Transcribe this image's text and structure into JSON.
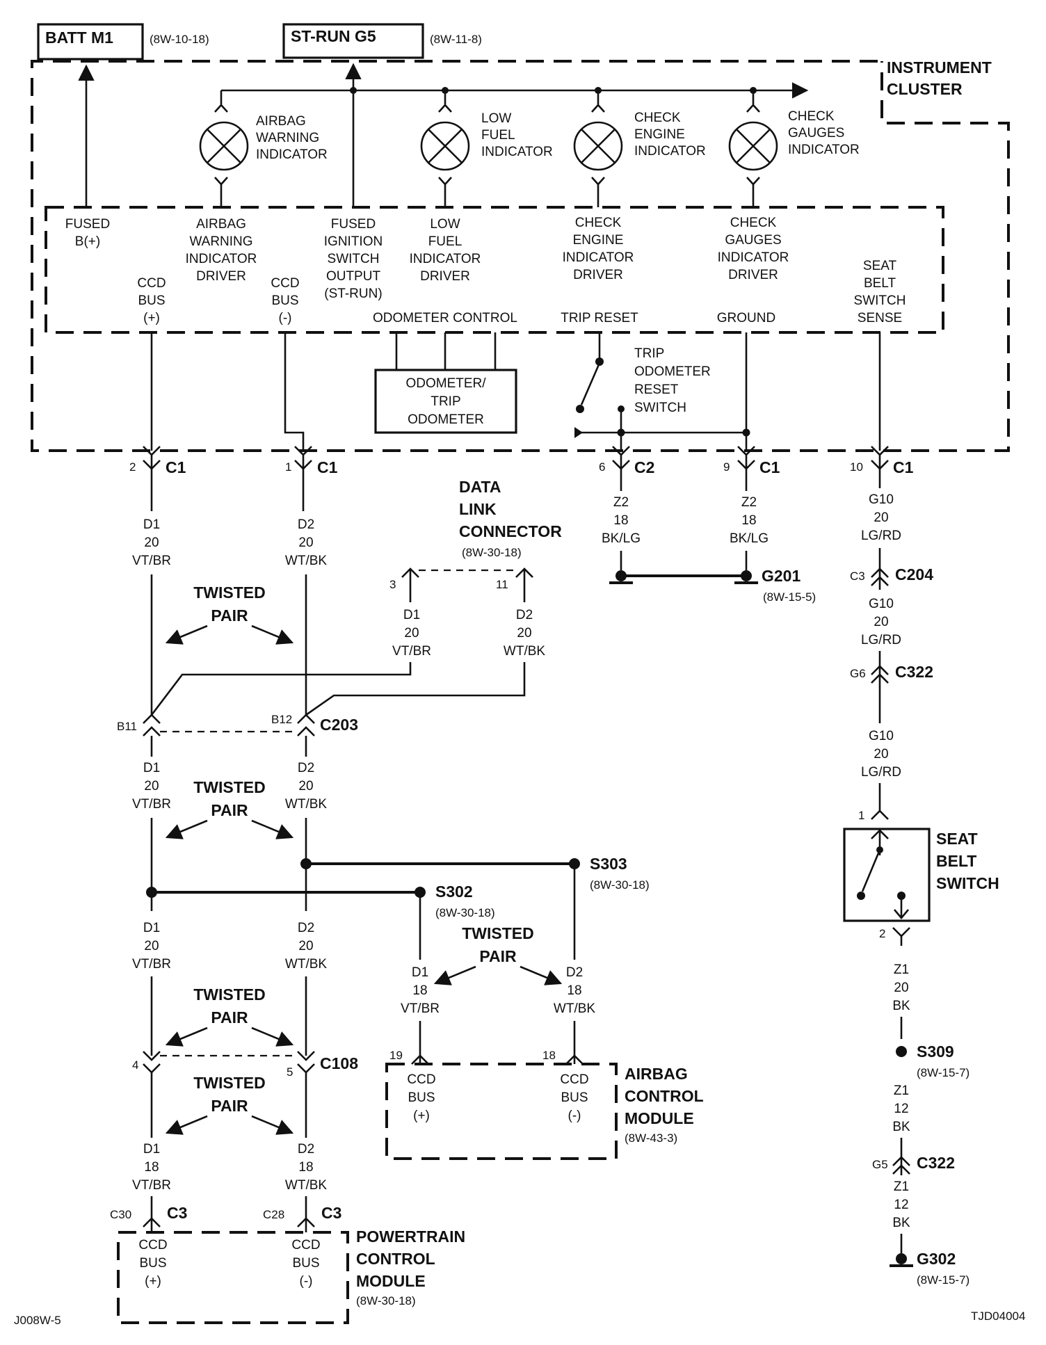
{
  "sources": {
    "batt": {
      "label": "BATT M1",
      "ref": "(8W-10-18)"
    },
    "strun": {
      "label": "ST-RUN G5",
      "ref": "(8W-11-8)"
    }
  },
  "cluster": {
    "title": [
      "INSTRUMENT",
      "CLUSTER"
    ],
    "lamps": {
      "airbag": [
        "AIRBAG",
        "WARNING",
        "INDICATOR"
      ],
      "lowfuel": [
        "LOW",
        "FUEL",
        "INDICATOR"
      ],
      "checkengine": [
        "CHECK",
        "ENGINE",
        "INDICATOR"
      ],
      "checkgauges": [
        "CHECK",
        "GAUGES",
        "INDICATOR"
      ]
    },
    "pins": {
      "fused_b": [
        "FUSED",
        "B(+)"
      ],
      "airbag_drv": [
        "AIRBAG",
        "WARNING",
        "INDICATOR",
        "DRIVER"
      ],
      "fused_ign": [
        "FUSED",
        "IGNITION",
        "SWITCH",
        "OUTPUT",
        "(ST-RUN)"
      ],
      "lowfuel_drv": [
        "LOW",
        "FUEL",
        "INDICATOR",
        "DRIVER"
      ],
      "checkengine_drv": [
        "CHECK",
        "ENGINE",
        "INDICATOR",
        "DRIVER"
      ],
      "checkgauges_drv": [
        "CHECK",
        "GAUGES",
        "INDICATOR",
        "DRIVER"
      ],
      "ccd_plus": [
        "CCD",
        "BUS",
        "(+)"
      ],
      "ccd_minus": [
        "CCD",
        "BUS",
        "(-)"
      ],
      "seatbelt": [
        "SEAT",
        "BELT",
        "SWITCH",
        "SENSE"
      ],
      "odometer_control": "ODOMETER CONTROL",
      "trip_reset": "TRIP RESET",
      "ground": "GROUND"
    },
    "odometer": [
      "ODOMETER/",
      "TRIP",
      "ODOMETER"
    ],
    "trip_switch": [
      "TRIP",
      "ODOMETER",
      "RESET",
      "SWITCH"
    ]
  },
  "connectors": {
    "c1_2": {
      "pin": "2",
      "name": "C1"
    },
    "c1_1": {
      "pin": "1",
      "name": "C1"
    },
    "c2_6": {
      "pin": "6",
      "name": "C2"
    },
    "c1_9": {
      "pin": "9",
      "name": "C1"
    },
    "c1_10": {
      "pin": "10",
      "name": "C1"
    },
    "c203": {
      "pin_a": "B11",
      "pin_b": "B12",
      "name": "C203"
    },
    "c108": {
      "pin_a": "4",
      "pin_b": "5",
      "name": "C108"
    },
    "c204": {
      "pin": "C3",
      "name": "C204"
    },
    "c322a": {
      "pin": "G6",
      "name": "C322"
    },
    "c322b": {
      "pin": "G5",
      "name": "C322"
    },
    "pcm_c3a": {
      "pin": "C30",
      "name": "C3"
    },
    "pcm_c3b": {
      "pin": "C28",
      "name": "C3"
    },
    "acm_19": {
      "pin": "19"
    },
    "acm_18": {
      "pin": "18"
    },
    "dlc_3": {
      "pin": "3"
    },
    "dlc_11": {
      "pin": "11"
    },
    "sb_1": {
      "pin": "1"
    },
    "sb_2": {
      "pin": "2"
    }
  },
  "wires": {
    "d1_20": [
      "D1",
      "20",
      "VT/BR"
    ],
    "d2_20": [
      "D2",
      "20",
      "WT/BK"
    ],
    "d1_18": [
      "D1",
      "18",
      "VT/BR"
    ],
    "d2_18": [
      "D2",
      "18",
      "WT/BK"
    ],
    "z2": [
      "Z2",
      "18",
      "BK/LG"
    ],
    "g10": [
      "G10",
      "20",
      "LG/RD"
    ],
    "z1_20": [
      "Z1",
      "20",
      "BK"
    ],
    "z1_12": [
      "Z1",
      "12",
      "BK"
    ]
  },
  "twisted_pair": [
    "TWISTED",
    "PAIR"
  ],
  "dlc": {
    "title": [
      "DATA",
      "LINK",
      "CONNECTOR"
    ],
    "ref": "(8W-30-18)"
  },
  "splices": {
    "s302": {
      "name": "S302",
      "ref": "(8W-30-18)"
    },
    "s303": {
      "name": "S303",
      "ref": "(8W-30-18)"
    },
    "s309": {
      "name": "S309",
      "ref": "(8W-15-7)"
    }
  },
  "grounds": {
    "g201": {
      "name": "G201",
      "ref": "(8W-15-5)"
    },
    "g302": {
      "name": "G302",
      "ref": "(8W-15-7)"
    }
  },
  "seatbelt_switch": [
    "SEAT",
    "BELT",
    "SWITCH"
  ],
  "acm": {
    "title": [
      "AIRBAG",
      "CONTROL",
      "MODULE"
    ],
    "ref": "(8W-43-3)",
    "pin_plus": [
      "CCD",
      "BUS",
      "(+)"
    ],
    "pin_minus": [
      "CCD",
      "BUS",
      "(-)"
    ]
  },
  "pcm": {
    "title": [
      "POWERTRAIN",
      "CONTROL",
      "MODULE"
    ],
    "ref": "(8W-30-18)",
    "pin_plus": [
      "CCD",
      "BUS",
      "(+)"
    ],
    "pin_minus": [
      "CCD",
      "BUS",
      "(-)"
    ]
  },
  "footer": {
    "left": "J008W-5",
    "right": "TJD04004"
  }
}
